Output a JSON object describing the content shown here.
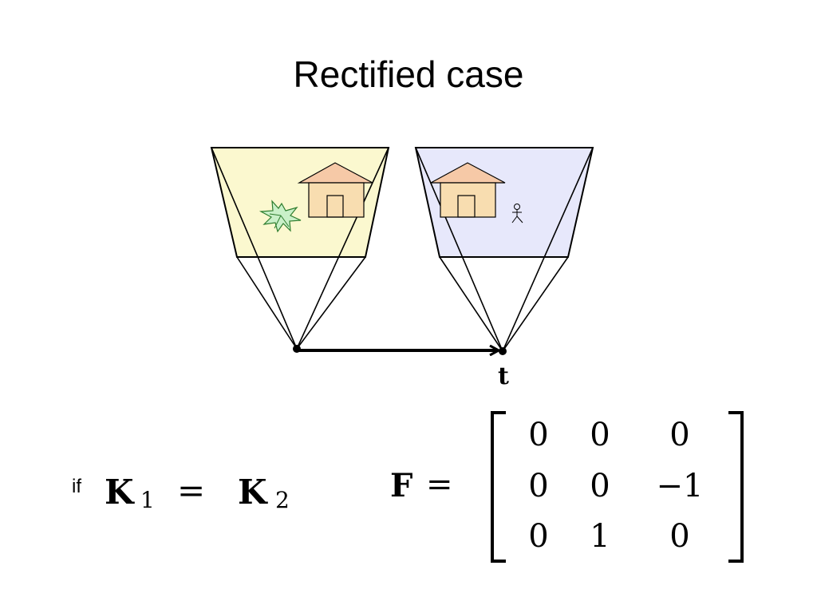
{
  "slide": {
    "title": "Rectified case"
  },
  "diagram": {
    "translation_label": "t",
    "left_camera_fill": "#fbf8cf",
    "right_camera_fill": "#e7e8fb",
    "left_image_objects": [
      "tree-icon",
      "house-icon"
    ],
    "right_image_objects": [
      "house-icon",
      "stick-figure-icon"
    ]
  },
  "equations": {
    "condition_prefix": "if",
    "condition_lhs_symbol": "K",
    "condition_lhs_sub": "1",
    "equals": "=",
    "condition_rhs_symbol": "K",
    "condition_rhs_sub": "2",
    "matrix_symbol": "F",
    "matrix": [
      [
        "0",
        "0",
        "0"
      ],
      [
        "0",
        "0",
        "−1"
      ],
      [
        "0",
        "1",
        "0"
      ]
    ]
  }
}
